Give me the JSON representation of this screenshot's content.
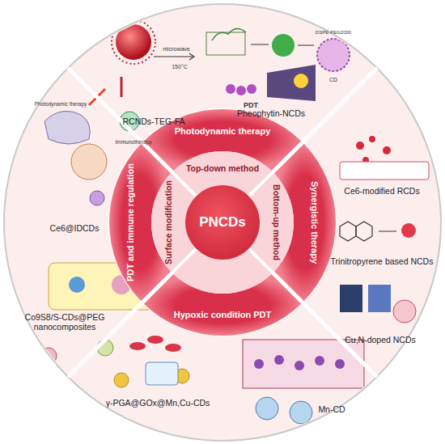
{
  "diagram": {
    "nodes": [
      {
        "text": [
          "PNCDs"
        ]
      },
      {
        "text": [
          "Top-down method"
        ]
      },
      {
        "text": [
          "Bottom-up method"
        ]
      },
      {
        "text": [
          "Surface modification"
        ]
      },
      {
        "text": [
          "Photodynamic therapy"
        ]
      },
      {
        "text": [
          "Synergistic therapy"
        ]
      },
      {
        "text": [
          "Hypoxic condition PDT"
        ]
      },
      {
        "text": [
          "PDT and immune regulation"
        ]
      },
      {
        "text": [
          "RCNDs-TEG-FA",
          "Pheophytin-NCDs"
        ]
      },
      {
        "text": [
          "Ce6-modified RCDs",
          "Trinitropyrene based NCDs",
          "Cu,N-doped NCDs"
        ]
      },
      {
        "text": [
          "γ-PGA@GOx@Mn,Cu-CDs",
          "Mn-CD"
        ]
      },
      {
        "text": [
          "Ce6@IDCDs",
          "Co9S8/S-CDs@PEG nanocomposites"
        ]
      }
    ],
    "labels": [
      "microwave",
      "150°C",
      "DSPE-PEG2000",
      "CD",
      "PDT",
      "Photodynamic therapy",
      "Immunotherapy"
    ]
  }
}
